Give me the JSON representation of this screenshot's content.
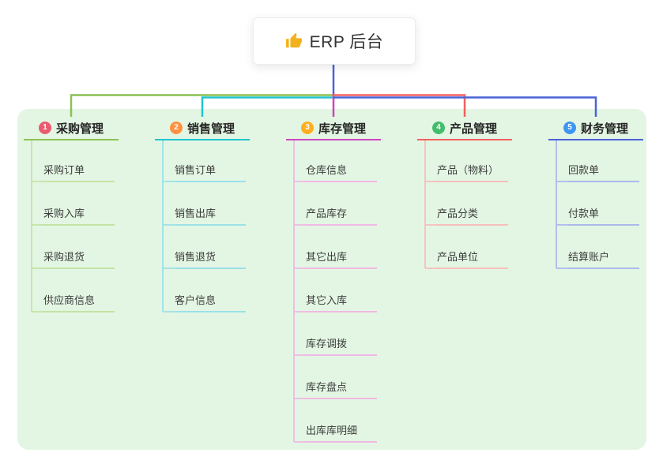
{
  "root": {
    "title": "ERP 后台",
    "icon_color": "#f4b11e"
  },
  "colors": {
    "stem": "#4a63d8",
    "background": "#e3f6e3"
  },
  "branches": [
    {
      "index": "1",
      "label": "采购管理",
      "badge_color": "#ea5b70",
      "line_color": "#8cc152",
      "child_line_color": "#c5e3a5",
      "children": [
        "采购订单",
        "采购入库",
        "采购退货",
        "供应商信息"
      ]
    },
    {
      "index": "2",
      "label": "销售管理",
      "badge_color": "#ff9141",
      "line_color": "#20c4ce",
      "child_line_color": "#9be1e7",
      "children": [
        "销售订单",
        "销售出库",
        "销售退货",
        "客户信息"
      ]
    },
    {
      "index": "3",
      "label": "库存管理",
      "badge_color": "#ffae1f",
      "line_color": "#cf44c0",
      "child_line_color": "#efb9e4",
      "children": [
        "仓库信息",
        "产品库存",
        "其它出库",
        "其它入库",
        "库存调拨",
        "库存盘点",
        "出库库明细"
      ]
    },
    {
      "index": "4",
      "label": "产品管理",
      "badge_color": "#43bd6b",
      "line_color": "#f2605e",
      "child_line_color": "#f6bebc",
      "children": [
        "产品（物料）",
        "产品分类",
        "产品单位"
      ]
    },
    {
      "index": "5",
      "label": "财务管理",
      "badge_color": "#3f96f2",
      "line_color": "#4a63d8",
      "child_line_color": "#aeb9ec",
      "children": [
        "回款单",
        "付款单",
        "结算账户"
      ]
    }
  ]
}
